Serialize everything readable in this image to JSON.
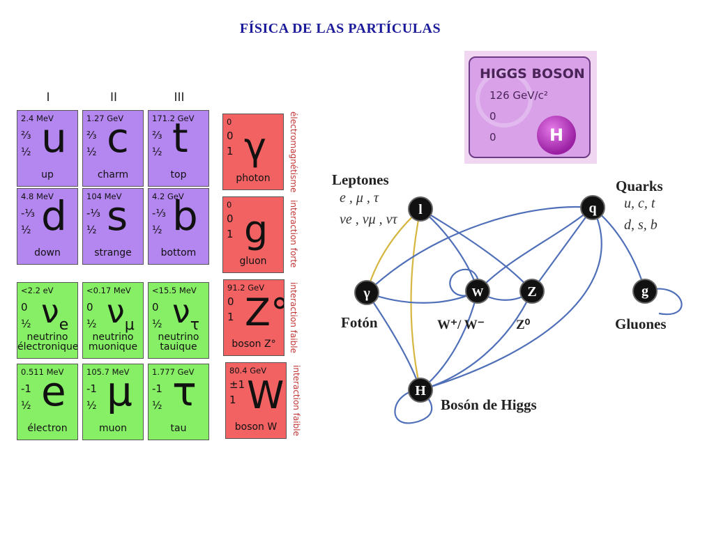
{
  "title": "FÍSICA DE LAS PARTÍCULAS",
  "generations": [
    "I",
    "II",
    "III"
  ],
  "quarks": [
    {
      "mass": "2.4 MeV",
      "charge": "⅔",
      "spin": "½",
      "symbol": "u",
      "name": "up"
    },
    {
      "mass": "1.27 GeV",
      "charge": "⅔",
      "spin": "½",
      "symbol": "c",
      "name": "charm"
    },
    {
      "mass": "171.2 GeV",
      "charge": "⅔",
      "spin": "½",
      "symbol": "t",
      "name": "top"
    },
    {
      "mass": "4.8 MeV",
      "charge": "-⅓",
      "spin": "½",
      "symbol": "d",
      "name": "down"
    },
    {
      "mass": "104 MeV",
      "charge": "-⅓",
      "spin": "½",
      "symbol": "s",
      "name": "strange"
    },
    {
      "mass": "4.2 GeV",
      "charge": "-⅓",
      "spin": "½",
      "symbol": "b",
      "name": "bottom"
    }
  ],
  "leptons": [
    {
      "mass": "<2.2 eV",
      "charge": "0",
      "spin": "½",
      "symbol": "ν",
      "sub": "e",
      "name1": "neutrino",
      "name2": "électronique"
    },
    {
      "mass": "<0.17 MeV",
      "charge": "0",
      "spin": "½",
      "symbol": "ν",
      "sub": "μ",
      "name1": "neutrino",
      "name2": "muonique"
    },
    {
      "mass": "<15.5 MeV",
      "charge": "0",
      "spin": "½",
      "symbol": "ν",
      "sub": "τ",
      "name1": "neutrino",
      "name2": "tauique"
    },
    {
      "mass": "0.511 MeV",
      "charge": "-1",
      "spin": "½",
      "symbol": "e",
      "name": "électron"
    },
    {
      "mass": "105.7 MeV",
      "charge": "-1",
      "spin": "½",
      "symbol": "μ",
      "name": "muon"
    },
    {
      "mass": "1.777 GeV",
      "charge": "-1",
      "spin": "½",
      "symbol": "τ",
      "name": "tau"
    }
  ],
  "bosons": [
    {
      "mass": "0",
      "charge": "0",
      "spin": "1",
      "symbol": "γ",
      "name": "photon",
      "force": "électromagnétisme"
    },
    {
      "mass": "0",
      "charge": "0",
      "spin": "1",
      "symbol": "g",
      "name": "gluon",
      "force": "interaction forte"
    },
    {
      "mass": "91.2 GeV",
      "charge": "0",
      "spin": "1",
      "symbol": "Z°",
      "name": "boson Z°",
      "force": "interaction faible"
    },
    {
      "mass": "80.4 GeV",
      "charge": "±1",
      "spin": "1",
      "symbol": "W±",
      "name": "boson W",
      "force": "interaction faible"
    }
  ],
  "higgs": {
    "title": "HIGGS BOSON",
    "mass": "126 GeV/c²",
    "charge": "0",
    "spin": "0",
    "symbol": "H"
  },
  "network": {
    "leptons_label": "Leptones",
    "leptons_line1": "e , μ , τ",
    "leptons_line2": "νe , νμ , ντ",
    "quarks_label": "Quarks",
    "quarks_line1": "u, c, t",
    "quarks_line2": "d, s, b",
    "foton_label": "Fotón",
    "w_label": "W⁺/ W⁻",
    "z_label": "Z⁰",
    "gluones_label": "Gluones",
    "higgs_label": "Bosón de Higgs",
    "node_l": "l",
    "node_q": "q",
    "node_gamma": "γ",
    "node_w": "W",
    "node_z": "Z",
    "node_g": "g",
    "node_h": "H",
    "colors": {
      "blue": "#4f6fb8",
      "yellow": "#d6b640",
      "node": "#111111"
    }
  }
}
